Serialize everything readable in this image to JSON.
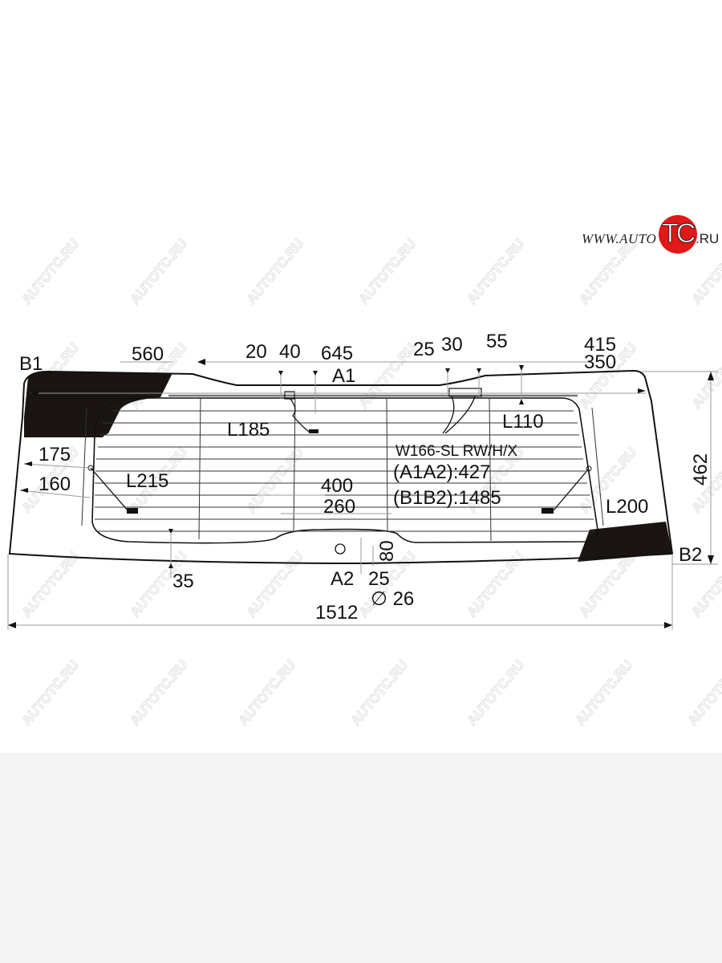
{
  "logo": {
    "prefix": "WWW.AUTO",
    "badge": "TC",
    "suffix": ".RU",
    "brand_color": "#e01818"
  },
  "watermark": {
    "text": "AUTOTC.RU"
  },
  "drawing": {
    "model_code": "W166-SL RW/H/X",
    "diagonal_a": "(A1A2):427",
    "diagonal_b": "(B1B2):1485",
    "points": {
      "b1": "B1",
      "b2": "B2",
      "a1": "A1",
      "a2": "A2"
    },
    "dimensions": {
      "overall_width": "1512",
      "overall_height": "462",
      "top_left_black": "560",
      "d20": "20",
      "d40": "40",
      "d645": "645",
      "d25_top": "25",
      "d30": "30",
      "d55": "55",
      "d415": "415",
      "d350": "350",
      "d175": "175",
      "d160": "160",
      "d400": "400",
      "d260": "260",
      "d35": "35",
      "d80": "80",
      "d25_bottom": "25",
      "hole_diameter": "∅ 26"
    },
    "leads": {
      "l185": "L185",
      "l110": "L110",
      "l215": "L215",
      "l200": "L200"
    }
  },
  "colors": {
    "line": "#111111",
    "dim_line": "#9a9a9a",
    "black_print": "#1a1512",
    "background": "#ffffff",
    "footer": "#f4f4f4"
  }
}
